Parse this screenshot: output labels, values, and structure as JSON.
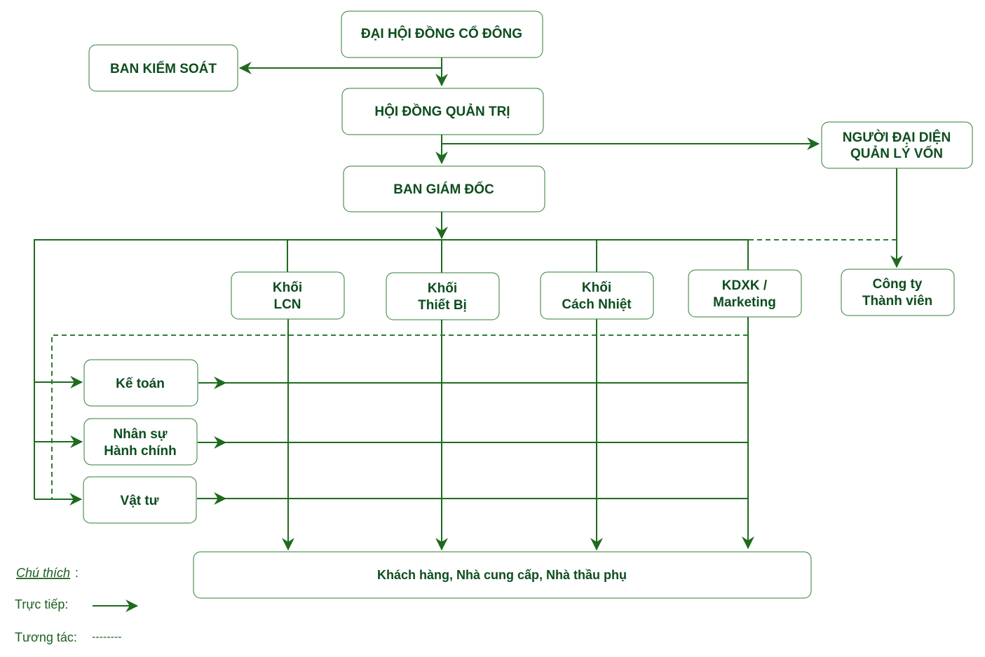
{
  "diagram": {
    "colors": {
      "line": "#1e6b1e",
      "text": "#0d4d1e",
      "border": "#2e7d32"
    },
    "nodes": {
      "dhdcd": {
        "lines": [
          "ĐẠI HỘI ĐỒNG CỔ ĐÔNG"
        ]
      },
      "bks": {
        "lines": [
          "BAN KIỂM SOÁT"
        ]
      },
      "hdqt": {
        "lines": [
          "HỘI ĐỒNG QUẢN TRỊ"
        ]
      },
      "ndd": {
        "lines": [
          "NGƯỜI ĐẠI DIỆN",
          "QUẢN LÝ VỐN"
        ]
      },
      "bgd": {
        "lines": [
          "BAN GIÁM ĐỐC"
        ]
      },
      "lcn": {
        "lines": [
          "Khối",
          "LCN"
        ]
      },
      "tb": {
        "lines": [
          "Khối",
          "Thiết Bị"
        ]
      },
      "cn": {
        "lines": [
          "Khối",
          "Cách Nhiệt"
        ]
      },
      "kdxk": {
        "lines": [
          "KDXK /",
          "Marketing"
        ]
      },
      "cttv": {
        "lines": [
          "Công ty",
          "Thành viên"
        ]
      },
      "kt": {
        "lines": [
          "Kế toán"
        ]
      },
      "nshc": {
        "lines": [
          "Nhân sự",
          "Hành chính"
        ]
      },
      "vt": {
        "lines": [
          "Vật tư"
        ]
      },
      "kh": {
        "lines": [
          "Khách hàng, Nhà cung cấp, Nhà thầu phụ"
        ]
      }
    },
    "edges_direct": [
      [
        "dhdcd",
        "hdqt"
      ],
      [
        "dhdcd",
        "bks"
      ],
      [
        "hdqt",
        "bgd"
      ],
      [
        "hdqt",
        "ndd"
      ],
      [
        "ndd",
        "cttv"
      ],
      [
        "bgd",
        "lcn"
      ],
      [
        "bgd",
        "tb"
      ],
      [
        "bgd",
        "cn"
      ],
      [
        "bgd",
        "kdxk"
      ],
      [
        "bgd",
        "kt"
      ],
      [
        "bgd",
        "nshc"
      ],
      [
        "bgd",
        "vt"
      ],
      [
        "lcn",
        "kh"
      ],
      [
        "tb",
        "kh"
      ],
      [
        "cn",
        "kh"
      ],
      [
        "kdxk",
        "kh"
      ]
    ],
    "edges_interaction": [
      [
        "kdxk",
        "cttv"
      ],
      [
        "kdxk",
        "kt"
      ],
      [
        "kdxk",
        "nshc"
      ],
      [
        "kdxk",
        "vt"
      ]
    ]
  },
  "legend": {
    "title": "Chú thích",
    "title_suffix": ":",
    "direct_label": "Trực tiếp:",
    "interaction_label": "Tương tác:",
    "interaction_sample": "--------"
  }
}
